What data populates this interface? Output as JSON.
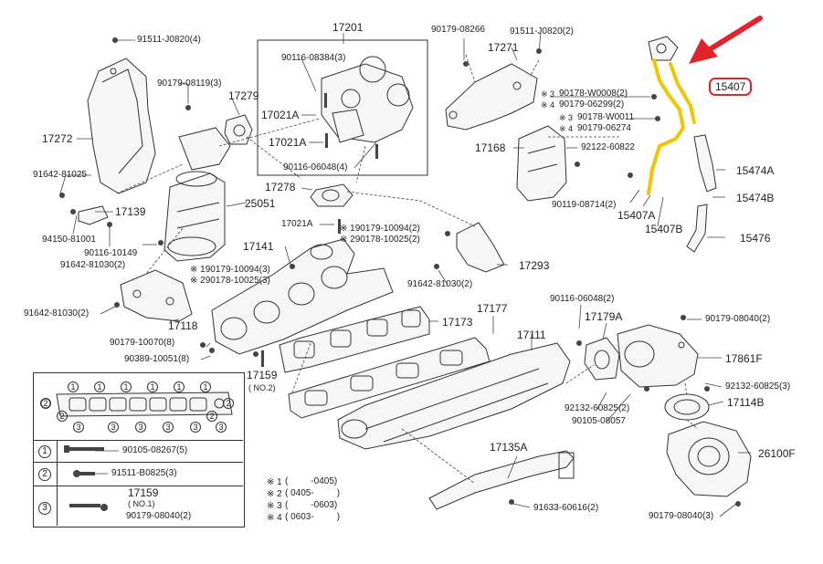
{
  "callouts": [
    {
      "id": "c1",
      "text": "91511-J0820(4)"
    },
    {
      "id": "c2",
      "text": "90179-08119(3)"
    },
    {
      "id": "c3",
      "text": "17272"
    },
    {
      "id": "c4",
      "text": "91642-81025"
    },
    {
      "id": "c5",
      "text": "17139"
    },
    {
      "id": "c6",
      "text": "94150-81001"
    },
    {
      "id": "c7",
      "text": "90116-10149"
    },
    {
      "id": "c8",
      "text": "91642-81030(2)"
    },
    {
      "id": "c9",
      "text": "91642-81030(2)"
    },
    {
      "id": "c10",
      "text": "17118"
    },
    {
      "id": "c11",
      "text": "90179-10070(8)"
    },
    {
      "id": "c12",
      "text": "90389-10051(8)"
    },
    {
      "id": "c13",
      "text": "17279"
    },
    {
      "id": "c14",
      "text": "17201"
    },
    {
      "id": "c15",
      "text": "90116-08384(3)"
    },
    {
      "id": "c16",
      "text": "17021A"
    },
    {
      "id": "c17",
      "text": "17021A"
    },
    {
      "id": "c18",
      "text": "90116-06048(4)"
    },
    {
      "id": "c19",
      "text": "17278"
    },
    {
      "id": "c20",
      "text": "25051"
    },
    {
      "id": "c21",
      "text": "17021A"
    },
    {
      "id": "c22",
      "text": "※ 190179-10094(2)"
    },
    {
      "id": "c23",
      "text": "※ 290178-10025(2)"
    },
    {
      "id": "c24",
      "text": "17141"
    },
    {
      "id": "c25",
      "text": "※ 190179-10094(3)"
    },
    {
      "id": "c26",
      "text": "※ 290178-10025(3)"
    },
    {
      "id": "c27",
      "text": "17159"
    },
    {
      "id": "c28",
      "text": "( NO.2)"
    },
    {
      "id": "c29",
      "text": "17173"
    },
    {
      "id": "c30",
      "text": "17177"
    },
    {
      "id": "c31",
      "text": "17111"
    },
    {
      "id": "c32",
      "text": "17135A"
    },
    {
      "id": "c33",
      "text": "91633-60616(2)"
    },
    {
      "id": "c34",
      "text": "90179-08266"
    },
    {
      "id": "c35",
      "text": "17271"
    },
    {
      "id": "c36",
      "text": "91511-J0820(2)"
    },
    {
      "id": "c37",
      "text": "17168"
    },
    {
      "id": "c38",
      "text": "※ 3"
    },
    {
      "id": "c39",
      "text": "※ 4"
    },
    {
      "id": "c40",
      "text": "90178-W0008(2)"
    },
    {
      "id": "c41",
      "text": "90179-06299(2)"
    },
    {
      "id": "c42",
      "text": "※ 3"
    },
    {
      "id": "c43",
      "text": "※ 4"
    },
    {
      "id": "c44",
      "text": "90178-W0011"
    },
    {
      "id": "c45",
      "text": "90179-06274"
    },
    {
      "id": "c46",
      "text": "92122-60822"
    },
    {
      "id": "c47",
      "text": "90119-08714(2)"
    },
    {
      "id": "c48",
      "text": "15407A"
    },
    {
      "id": "c49",
      "text": "15407B"
    },
    {
      "id": "c50",
      "text": "15474A"
    },
    {
      "id": "c51",
      "text": "15474B"
    },
    {
      "id": "c52",
      "text": "15476"
    },
    {
      "id": "c53",
      "text": "17293"
    },
    {
      "id": "c54",
      "text": "91642-81030(2)"
    },
    {
      "id": "c55",
      "text": "90116-06048(2)"
    },
    {
      "id": "c56",
      "text": "17179A"
    },
    {
      "id": "c57",
      "text": "90179-08040(2)"
    },
    {
      "id": "c58",
      "text": "17861F"
    },
    {
      "id": "c59",
      "text": "92132-60825(3)"
    },
    {
      "id": "c60",
      "text": "17114B"
    },
    {
      "id": "c61",
      "text": "92132-60825(2)"
    },
    {
      "id": "c62",
      "text": "90105-08057"
    },
    {
      "id": "c63",
      "text": "26100F"
    },
    {
      "id": "c64",
      "text": "90179-08040(3)"
    }
  ],
  "highlight": {
    "text": "15407",
    "color": "#e0242a",
    "pipe_color": "#f2c500"
  },
  "legend": {
    "rows": [
      {
        "num": "1",
        "part": "90105-08267(5)"
      },
      {
        "num": "2",
        "part": "91511-B0825(3)"
      },
      {
        "num": "3",
        "part": "90179-08040(2)",
        "sub": "17159",
        "sub2": "( NO.1)"
      }
    ],
    "gasket_nums": [
      "1",
      "1",
      "1",
      "1",
      "1",
      "1",
      "2",
      "2",
      "3",
      "3",
      "3",
      "3",
      "3",
      "3",
      "2",
      "2"
    ]
  },
  "notes": [
    {
      "mark": "※ 1",
      "text": "(         -0405)"
    },
    {
      "mark": "※ 2",
      "text": "( 0405-         )"
    },
    {
      "mark": "※ 3",
      "text": "(         -0603)"
    },
    {
      "mark": "※ 4",
      "text": "( 0603-         )"
    }
  ]
}
